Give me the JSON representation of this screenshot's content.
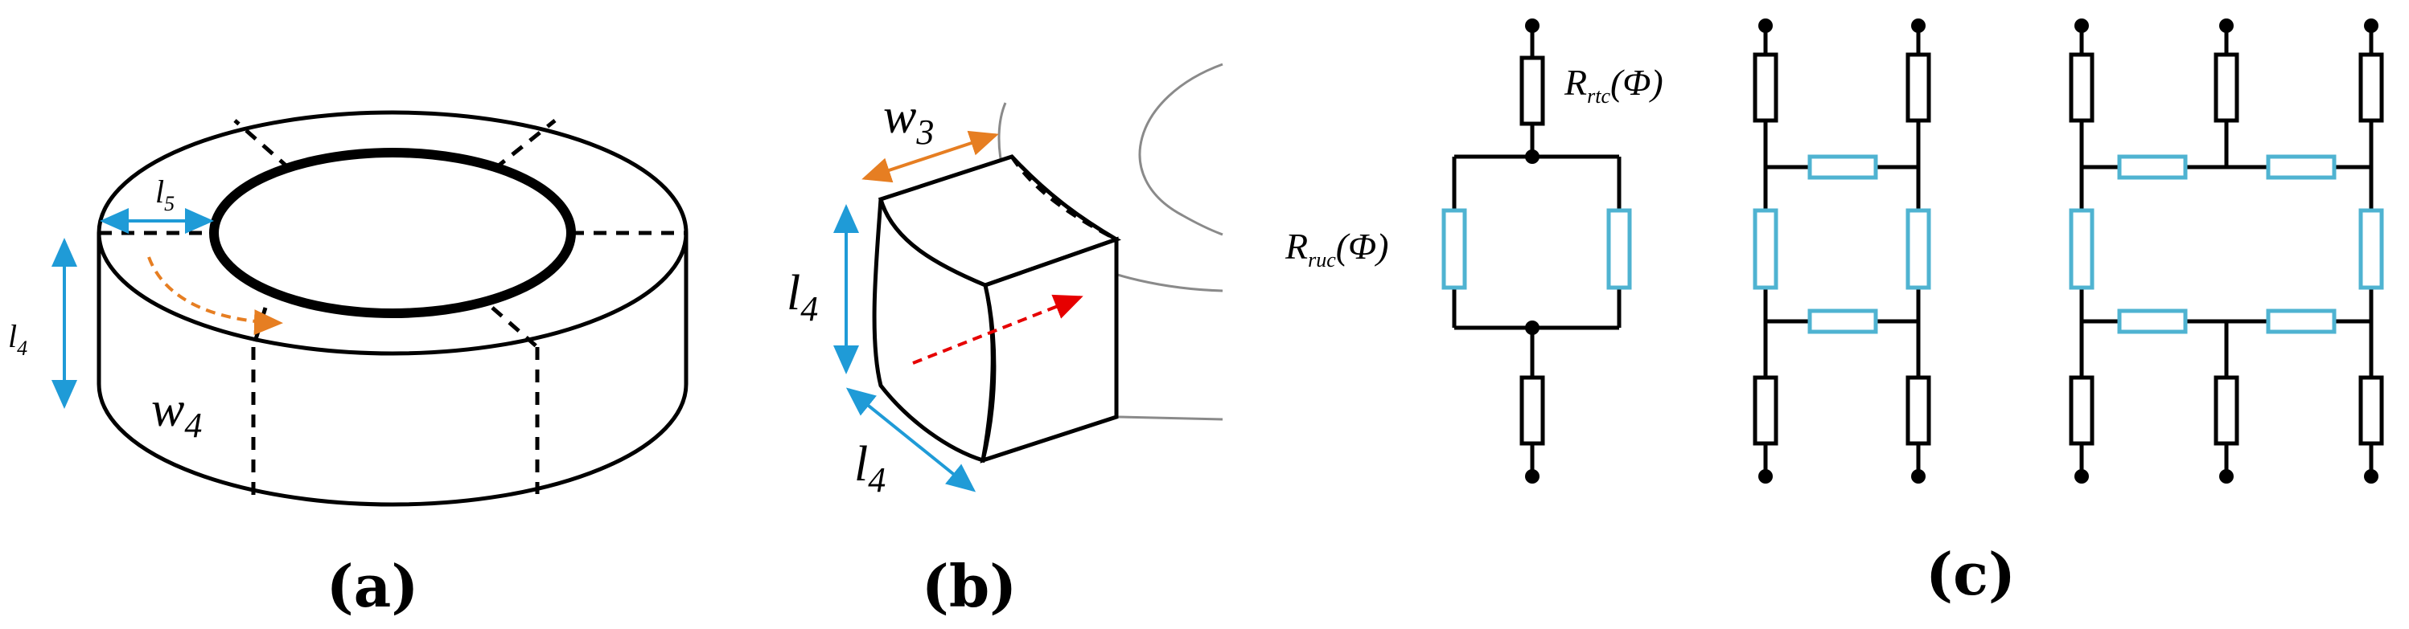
{
  "panels": {
    "a": {
      "caption": "(a)",
      "labels": {
        "l5": "l",
        "l5_sub": "5",
        "l4": "l",
        "l4_sub": "4",
        "w4": "w",
        "w4_sub": "4"
      }
    },
    "b": {
      "caption": "(b)",
      "labels": {
        "w3": "w",
        "w3_sub": "3",
        "l4_left": "l",
        "l4_left_sub": "4",
        "l4_bottom": "l",
        "l4_bottom_sub": "4"
      }
    },
    "c": {
      "caption": "(c)",
      "labels": {
        "rrtc": "R",
        "rrtc_sub": "rtc",
        "rrtc_arg": "(Φ)",
        "rruc": "R",
        "rruc_sub": "ruc",
        "rruc_arg": "(Φ)"
      }
    }
  },
  "colors": {
    "line": "#000000",
    "dimension_arrow": "#1f9bd7",
    "flux_path_a": "#e67e22",
    "flux_arrow_b": "#e60000",
    "width_arrow_b": "#e67e22",
    "tangential_resistor": "#4fb3d1",
    "core_outline_faint": "#8a8a8a"
  }
}
